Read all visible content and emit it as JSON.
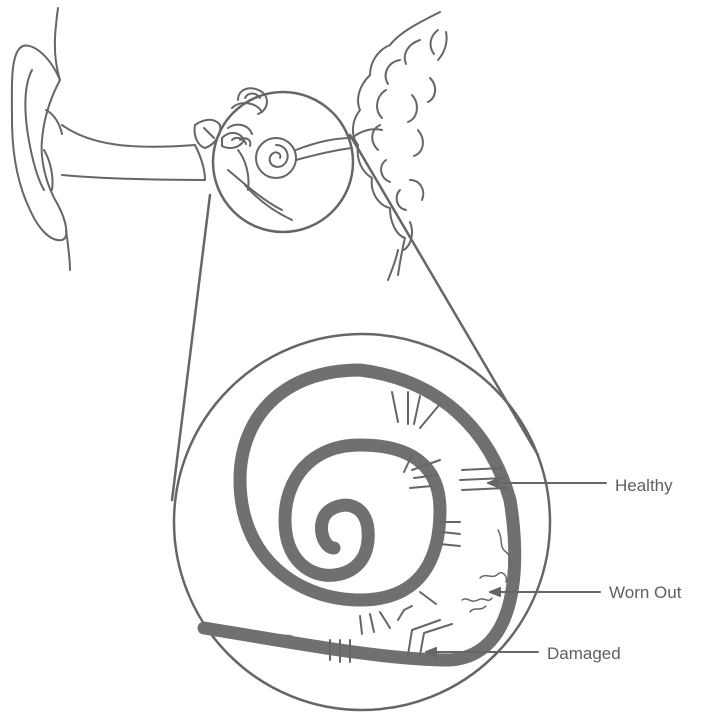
{
  "labels": {
    "healthy": "Healthy",
    "worn_out": "Worn Out",
    "damaged": "Damaged"
  },
  "colors": {
    "stroke": "#666666",
    "cochlea_fill": "#707070",
    "text": "#5f5f5f",
    "background": "#ffffff"
  }
}
